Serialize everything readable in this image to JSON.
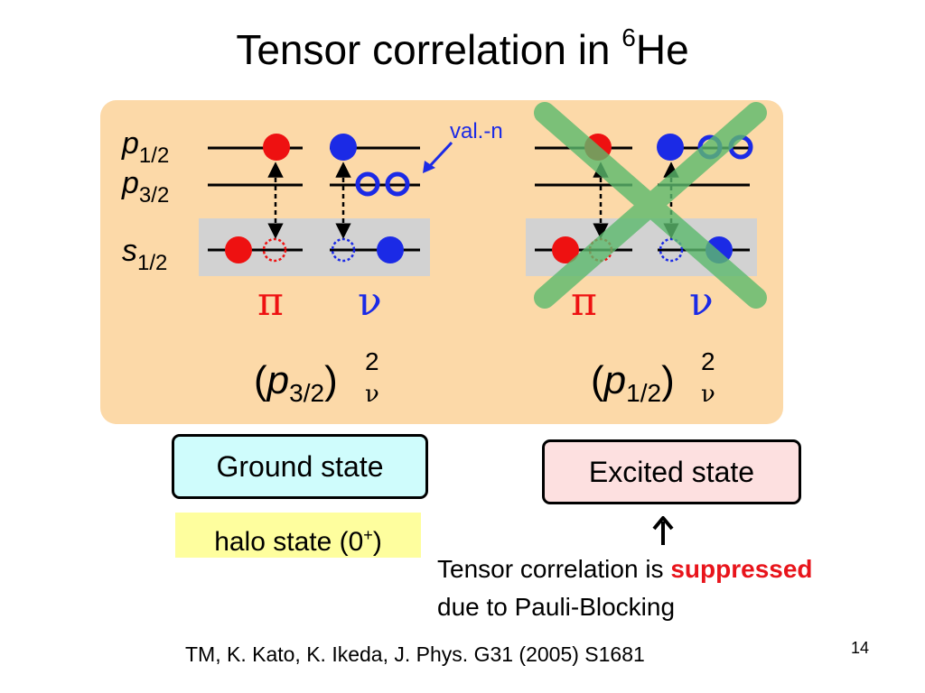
{
  "title": {
    "main": "Tensor correlation in ",
    "sup": "6",
    "tail": "He"
  },
  "diagram": {
    "levels": {
      "p12_base": "p",
      "p12_sub": "1/2",
      "p32_base": "p",
      "p32_sub": "3/2",
      "s12_base": "s",
      "s12_sub": "1/2"
    },
    "annotation": "val.-n",
    "left_config": {
      "proton_symbol": "π",
      "neutron_symbol": "ν",
      "label_p": "p",
      "label_sub": "3/2",
      "label_sup": "2",
      "label_nu": "ν"
    },
    "right_config": {
      "proton_symbol": "π",
      "neutron_symbol": "ν",
      "label_p": "p",
      "label_sub": "1/2",
      "label_sup": "2",
      "label_nu": "ν"
    },
    "colors": {
      "proton": "#ee1111",
      "neutron": "#1b2ae6",
      "cross": "#5cba6d",
      "panel": "#fcd9a8",
      "shade": "#d2d2d2"
    }
  },
  "ground_state": {
    "label": "Ground state"
  },
  "excited_state": {
    "label": "Excited state"
  },
  "halo_state": {
    "label": "halo state (0",
    "sup": "+",
    "close": ")"
  },
  "note": {
    "line1_prefix": "Tensor correlation is ",
    "line1_emph": "suppressed",
    "line2": "due to Pauli-Blocking"
  },
  "reference": "TM, K. Kato, K. Ikeda, J. Phys. G31 (2005) S1681",
  "page_number": "14"
}
